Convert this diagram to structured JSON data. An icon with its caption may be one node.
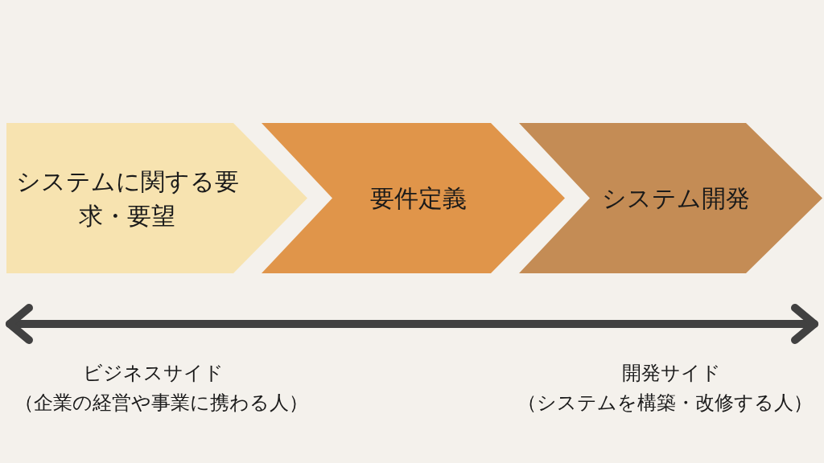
{
  "diagram": {
    "nodes": [
      {
        "text": [
          "システムに関する要求・要望"
        ]
      },
      {
        "text": [
          "要件定義"
        ]
      },
      {
        "text": [
          "システム開発"
        ]
      }
    ],
    "labels": [
      "ビジネスサイド",
      "（企業の経営や事業に携わる人）",
      "開発サイド",
      "（システムを構築・改修する人）"
    ]
  }
}
